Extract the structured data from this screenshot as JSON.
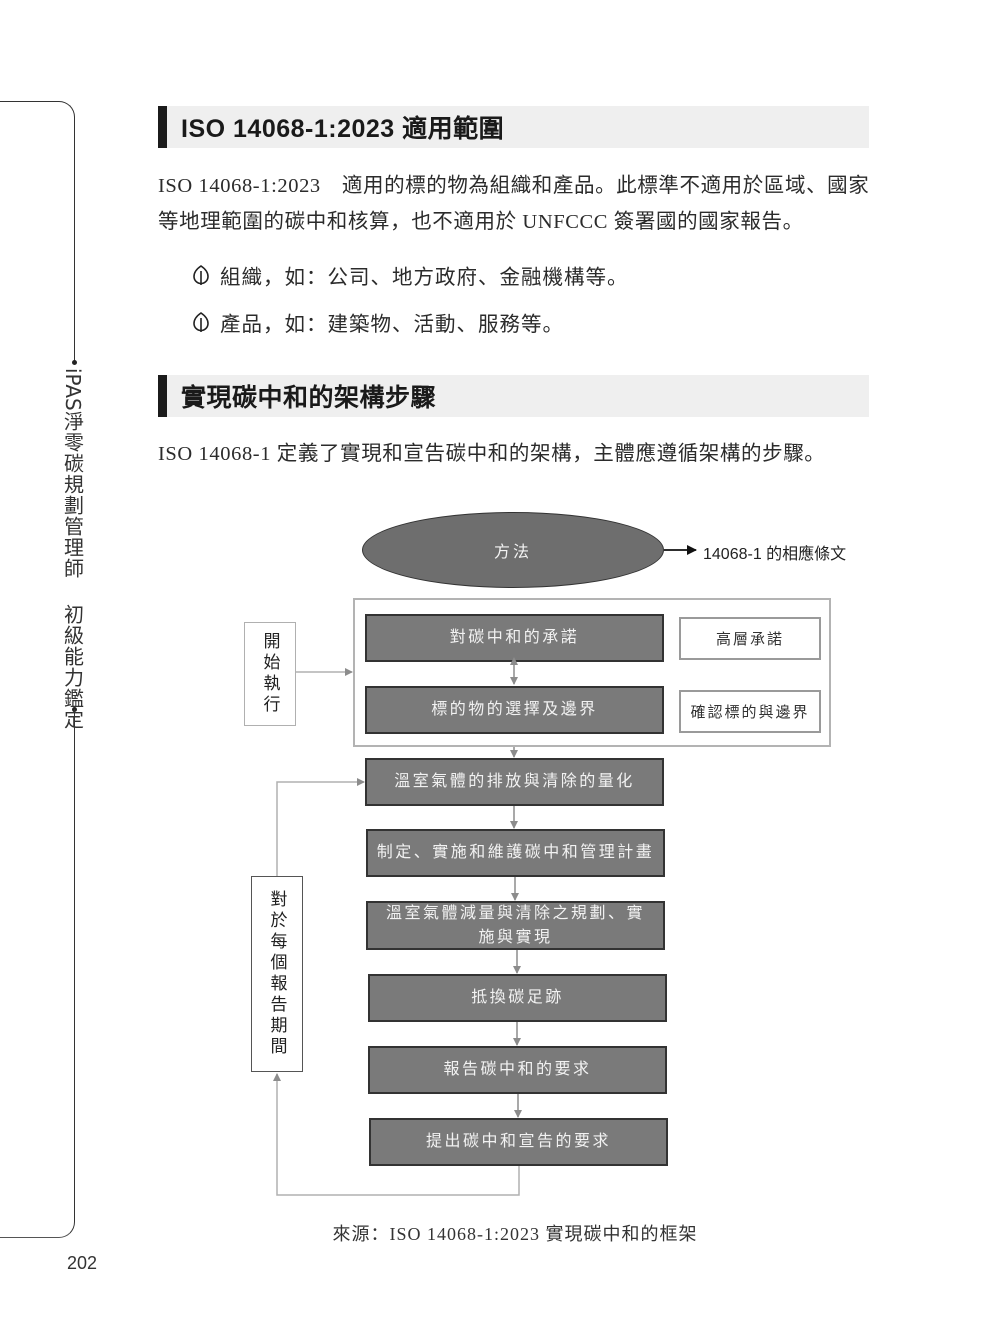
{
  "side_tab": {
    "title_latin": "iPAS",
    "title_cjk": "淨零碳規劃管理師 初級能力鑑定",
    "page_number": "202"
  },
  "section1": {
    "heading": "ISO 14068-1:2023 適用範圍",
    "paragraph": "ISO 14068-1:2023　適用的標的物為組織和產品。此標準不適用於區域、國家等地理範圍的碳中和核算，也不適用於 UNFCCC 簽署國的國家報告。",
    "bullets": [
      {
        "icon": "leaf-icon",
        "text": "組織，如：公司、地方政府、金融機構等。"
      },
      {
        "icon": "leaf-icon",
        "text": "產品，如：建築物、活動、服務等。"
      }
    ]
  },
  "section2": {
    "heading": "實現碳中和的架構步驟",
    "paragraph": "ISO 14068-1 定義了實現和宣告碳中和的架構，主體應遵循架構的步驟。"
  },
  "diagram": {
    "method_label": "方法",
    "clause_label": "14068-1 的相應條文",
    "start_label": "開始執行",
    "loop_label": "對於每個報告期間",
    "framed_steps": [
      {
        "label": "對碳中和的承諾",
        "clause": "高層承諾"
      },
      {
        "label": "標的物的選擇及邊界",
        "clause": "確認標的與邊界"
      }
    ],
    "steps": [
      "溫室氣體的排放與清除的量化",
      "制定、實施和維護碳中和管理計畫",
      "溫室氣體減量與清除之規劃、實施與實現",
      "抵換碳足跡",
      "報告碳中和的要求",
      "提出碳中和宣告的要求"
    ],
    "colors": {
      "dark_box_fill": "#7a7a7a",
      "ellipse_fill": "#6e6e6e",
      "frame_border": "#b3b3b3",
      "connector": "#8c8c8c"
    }
  },
  "caption": "來源：ISO 14068-1:2023 實現碳中和的框架"
}
